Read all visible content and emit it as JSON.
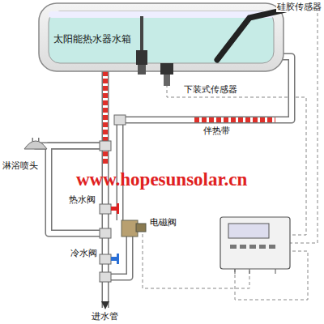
{
  "diagram": {
    "nodes": [
      {
        "text": [
          "太阳能热水器水箱"
        ]
      }
    ],
    "labels": [
      "硅胶传感器",
      "下装式传感器",
      "伴热带",
      "淋浴喷头",
      "www.hopesunsolar.cn",
      "热水阀",
      "电磁阀",
      "冷水阀",
      "进水管"
    ]
  }
}
